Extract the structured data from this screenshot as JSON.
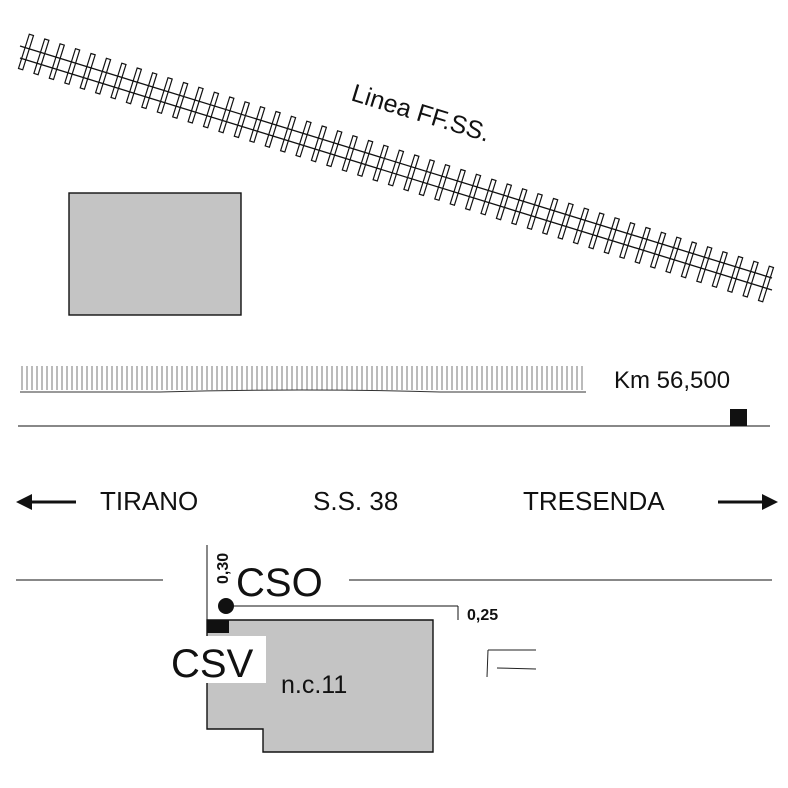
{
  "railway": {
    "label": "Linea FF.SS."
  },
  "road": {
    "km_label": "Km 56,500",
    "left_direction": "TIRANO",
    "name": "S.S. 38",
    "right_direction": "TRESENDA"
  },
  "markers": {
    "cso_label": "CSO",
    "csv_label": "CSV",
    "vertical_offset": "0,30",
    "horizontal_offset": "0,25"
  },
  "building": {
    "label": "n.c.11"
  },
  "colors": {
    "ink": "#111111",
    "building_fill": "#c4c4c4",
    "background": "#ffffff"
  }
}
